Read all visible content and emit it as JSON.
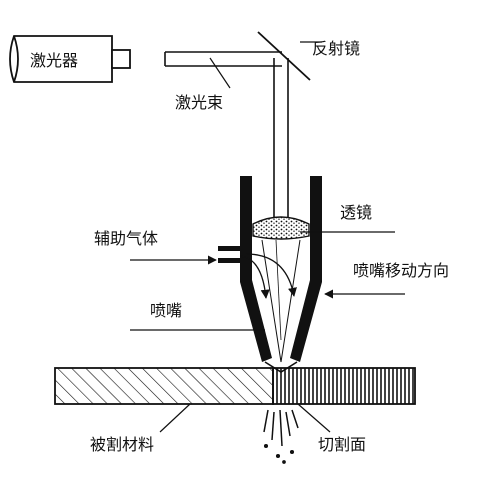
{
  "labels": {
    "laser": "激光器",
    "laser_beam": "激光束",
    "mirror": "反射镜",
    "lens": "透镜",
    "assist_gas": "辅助气体",
    "nozzle_move_dir": "喷嘴移动方向",
    "nozzle": "喷嘴",
    "workpiece": "被割材料",
    "cut_face": "切割面"
  },
  "colors": {
    "line": "#111111",
    "background": "#ffffff"
  }
}
